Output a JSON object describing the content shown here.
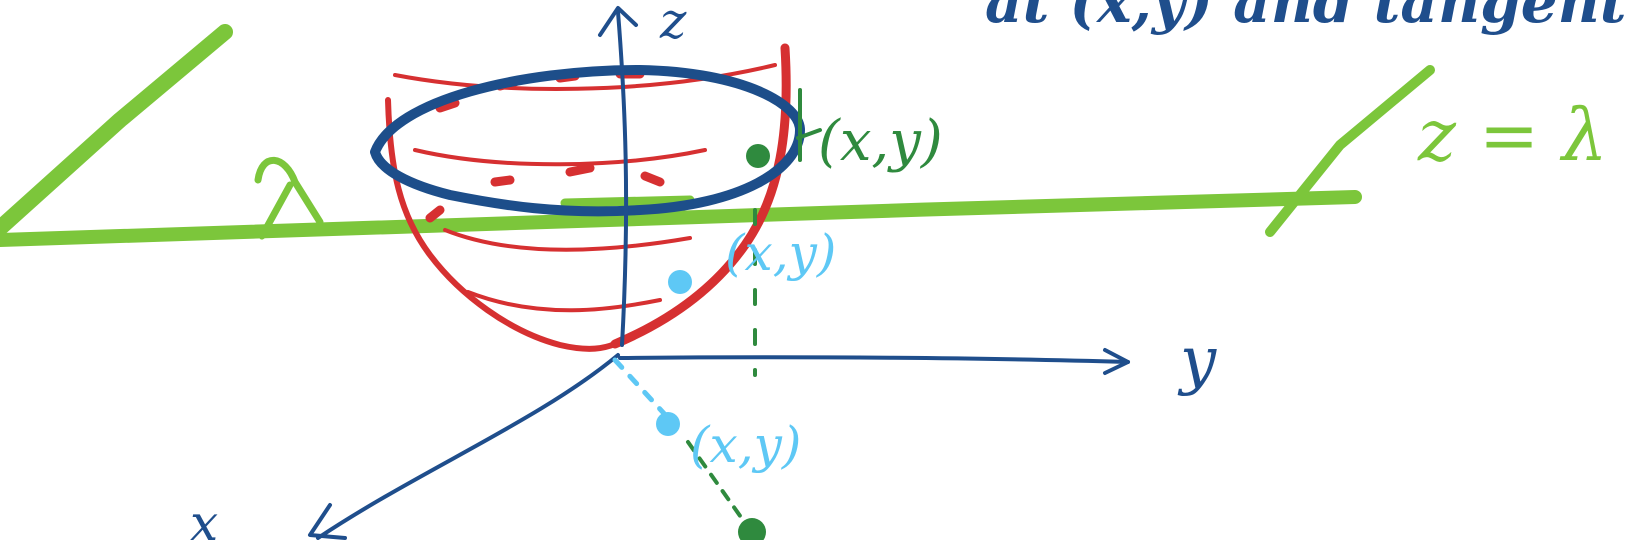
{
  "colors": {
    "axis": "#1f4e8c",
    "surface": "#d63031",
    "plane": "#7cc63b",
    "level_curve": "#1d4e8a",
    "point_green": "#2f8a3e",
    "point_cyan": "#5ec8f5"
  },
  "labels": {
    "z_axis": "z",
    "y_axis": "y",
    "x_axis": "x",
    "plane_equation": "z = λ",
    "point_on_surface": "(x,y)",
    "point_on_paraboloid": "(x,y)",
    "point_in_plane": "(x,y)",
    "top_text": "at (x,y) and tangent"
  }
}
